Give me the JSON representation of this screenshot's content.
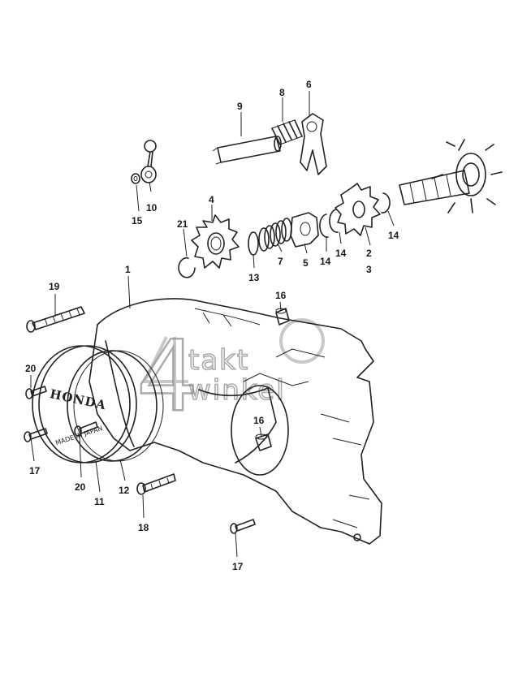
{
  "diagram": {
    "callouts": [
      {
        "id": "c1",
        "label": "1"
      },
      {
        "id": "c2",
        "label": "2"
      },
      {
        "id": "c3",
        "label": "3"
      },
      {
        "id": "c4",
        "label": "4"
      },
      {
        "id": "c5",
        "label": "5"
      },
      {
        "id": "c6",
        "label": "6"
      },
      {
        "id": "c7",
        "label": "7"
      },
      {
        "id": "c8",
        "label": "8"
      },
      {
        "id": "c9",
        "label": "9"
      },
      {
        "id": "c10",
        "label": "10"
      },
      {
        "id": "c11",
        "label": "11"
      },
      {
        "id": "c12",
        "label": "12"
      },
      {
        "id": "c13",
        "label": "13"
      },
      {
        "id": "c14a",
        "label": "14"
      },
      {
        "id": "c14b",
        "label": "14"
      },
      {
        "id": "c14c",
        "label": "14"
      },
      {
        "id": "c15",
        "label": "15"
      },
      {
        "id": "c16a",
        "label": "16"
      },
      {
        "id": "c16b",
        "label": "16"
      },
      {
        "id": "c17a",
        "label": "17"
      },
      {
        "id": "c17b",
        "label": "17"
      },
      {
        "id": "c18",
        "label": "18"
      },
      {
        "id": "c19",
        "label": "19"
      },
      {
        "id": "c20a",
        "label": "20"
      },
      {
        "id": "c20b",
        "label": "20"
      },
      {
        "id": "c21",
        "label": "21"
      }
    ],
    "cover_markings": {
      "brand": "HONDA",
      "origin": "MADE IN JAPAN"
    }
  },
  "watermark": {
    "digit": "4",
    "word_top": "takt",
    "word_bottom": "winkel"
  }
}
